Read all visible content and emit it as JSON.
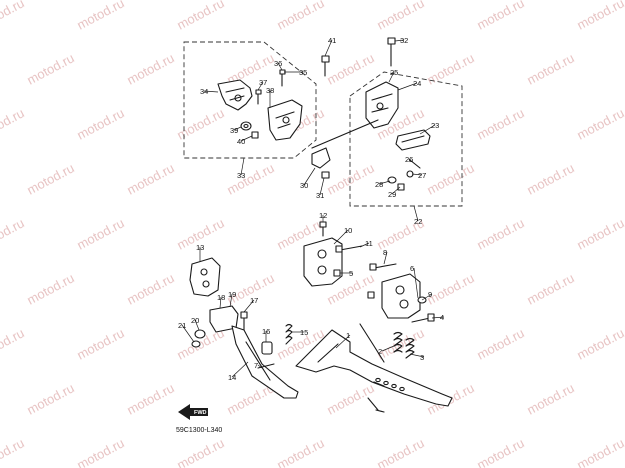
{
  "diagram": {
    "watermark_text": "motod.ru",
    "figure_code": "59C1300-L340",
    "direction_label": "FWD",
    "callouts": [
      {
        "id": "c1",
        "label": "1"
      },
      {
        "id": "c2",
        "label": "2"
      },
      {
        "id": "c3",
        "label": "3"
      },
      {
        "id": "c4",
        "label": "4"
      },
      {
        "id": "c5",
        "label": "5"
      },
      {
        "id": "c6",
        "label": "6"
      },
      {
        "id": "c7",
        "label": "7"
      },
      {
        "id": "c8",
        "label": "8"
      },
      {
        "id": "c9",
        "label": "9"
      },
      {
        "id": "c10",
        "label": "10"
      },
      {
        "id": "c11",
        "label": "11"
      },
      {
        "id": "c12",
        "label": "12"
      },
      {
        "id": "c13",
        "label": "13"
      },
      {
        "id": "c14",
        "label": "14"
      },
      {
        "id": "c15",
        "label": "15"
      },
      {
        "id": "c16",
        "label": "16"
      },
      {
        "id": "c17",
        "label": "17"
      },
      {
        "id": "c18",
        "label": "18"
      },
      {
        "id": "c19",
        "label": "19"
      },
      {
        "id": "c20",
        "label": "20"
      },
      {
        "id": "c21",
        "label": "21"
      },
      {
        "id": "c22",
        "label": "22"
      },
      {
        "id": "c23",
        "label": "23"
      },
      {
        "id": "c24",
        "label": "24"
      },
      {
        "id": "c25",
        "label": "25"
      },
      {
        "id": "c26",
        "label": "26"
      },
      {
        "id": "c27",
        "label": "27"
      },
      {
        "id": "c28",
        "label": "28"
      },
      {
        "id": "c29",
        "label": "29"
      },
      {
        "id": "c30",
        "label": "30"
      },
      {
        "id": "c31",
        "label": "31"
      },
      {
        "id": "c32",
        "label": "32"
      },
      {
        "id": "c33",
        "label": "33"
      },
      {
        "id": "c34",
        "label": "34"
      },
      {
        "id": "c35",
        "label": "35"
      },
      {
        "id": "c36",
        "label": "36"
      },
      {
        "id": "c37",
        "label": "37"
      },
      {
        "id": "c38",
        "label": "38"
      },
      {
        "id": "c39",
        "label": "39"
      },
      {
        "id": "c40",
        "label": "40"
      },
      {
        "id": "c41",
        "label": "41"
      }
    ]
  }
}
